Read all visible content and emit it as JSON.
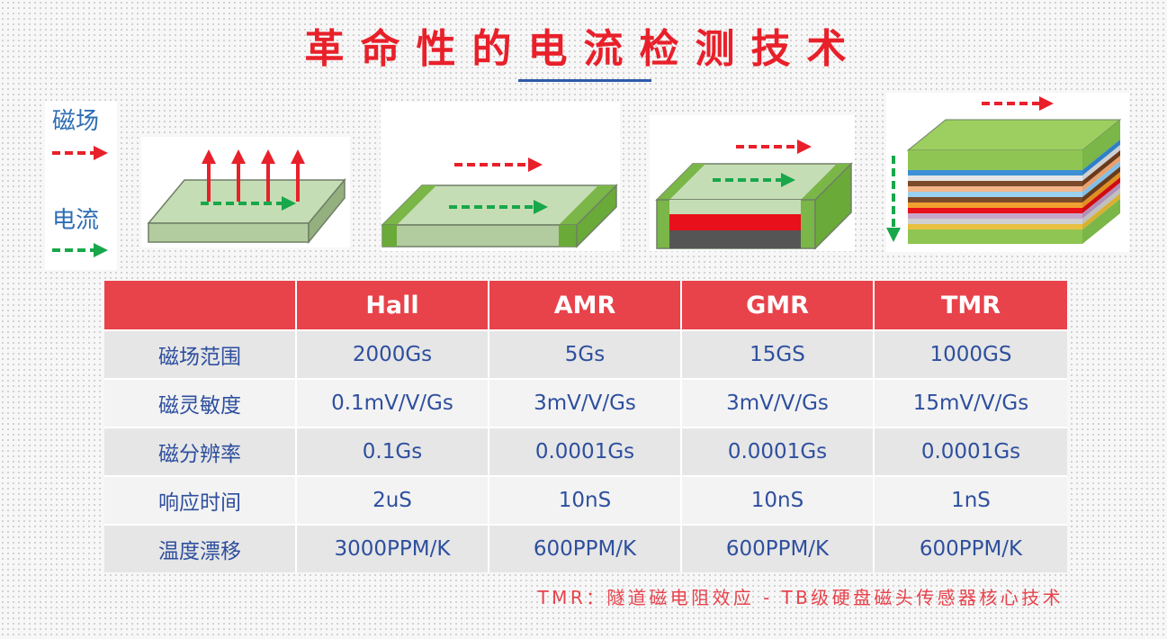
{
  "title": "革命性的电流检测技术",
  "legend": {
    "magnetic_field_label": "磁场",
    "current_label": "电流",
    "magnetic_field_color": "#e8202a",
    "current_color": "#18a74a"
  },
  "sensors": [
    {
      "icon": "hall-sensor-diagram"
    },
    {
      "icon": "amr-sensor-diagram"
    },
    {
      "icon": "gmr-sensor-diagram"
    },
    {
      "icon": "tmr-sensor-diagram"
    }
  ],
  "table": {
    "columns": [
      "",
      "Hall",
      "AMR",
      "GMR",
      "TMR"
    ],
    "rows": [
      {
        "label": "磁场范围",
        "values": [
          "2000Gs",
          "5Gs",
          "15GS",
          "1000GS"
        ]
      },
      {
        "label": "磁灵敏度",
        "values": [
          "0.1mV/V/Gs",
          "3mV/V/Gs",
          "3mV/V/Gs",
          "15mV/V/Gs"
        ]
      },
      {
        "label": "磁分辨率",
        "values": [
          "0.1Gs",
          "0.0001Gs",
          "0.0001Gs",
          "0.0001Gs"
        ]
      },
      {
        "label": "响应时间",
        "values": [
          "2uS",
          "10nS",
          "10nS",
          "1nS"
        ]
      },
      {
        "label": "温度漂移",
        "values": [
          "3000PPM/K",
          "600PPM/K",
          "600PPM/K",
          "600PPM/K"
        ]
      }
    ]
  },
  "footnote": "TMR：隧道磁电阻效应 - TB级硬盘磁头传感器核心技术",
  "colors": {
    "title": "#e8202a",
    "header_bg": "#e8424b",
    "cell_text": "#2e4f9e",
    "underline": "#2e5aa8"
  }
}
